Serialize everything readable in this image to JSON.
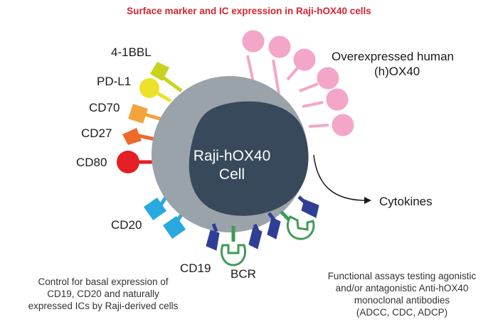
{
  "title": "Surface marker and IC expression in Raji-hOX40 cells",
  "cell": {
    "line1": "Raji-hOX40",
    "line2": "Cell"
  },
  "labels": {
    "b41bbl": "4-1BBL",
    "pdl1": "PD-L1",
    "cd70": "CD70",
    "cd27": "CD27",
    "cd80": "CD80",
    "cd20": "CD20",
    "cd19": "CD19",
    "bcr": "BCR",
    "ox40_line1": "Overexpressed human",
    "ox40_line2": "(h)OX40",
    "cytokines": "Cytokines"
  },
  "notes": {
    "left": [
      "Control for basal expression of",
      "CD19, CD20 and naturally",
      "expressed ICs by Raji-derived cells"
    ],
    "right": [
      "Functional assays testing agonistic",
      "and/or antagonistic Anti-hOX40",
      "monoclonal antibodies",
      "(ADCC, CDC, ADCP)"
    ]
  },
  "colors": {
    "title": "#d92430",
    "cell_outer": "#9ba3aa",
    "cell_nucleus": "#37495a",
    "ox40": "#f3a6c8",
    "b41bbl": "#c9d21d",
    "pdl1": "#ede12a",
    "cd70": "#f2a43a",
    "cd27": "#ec6a2b",
    "cd80": "#e31e24",
    "cd20": "#28a9df",
    "cd19": "#2f3f95",
    "bcr": "#3f9a57"
  }
}
